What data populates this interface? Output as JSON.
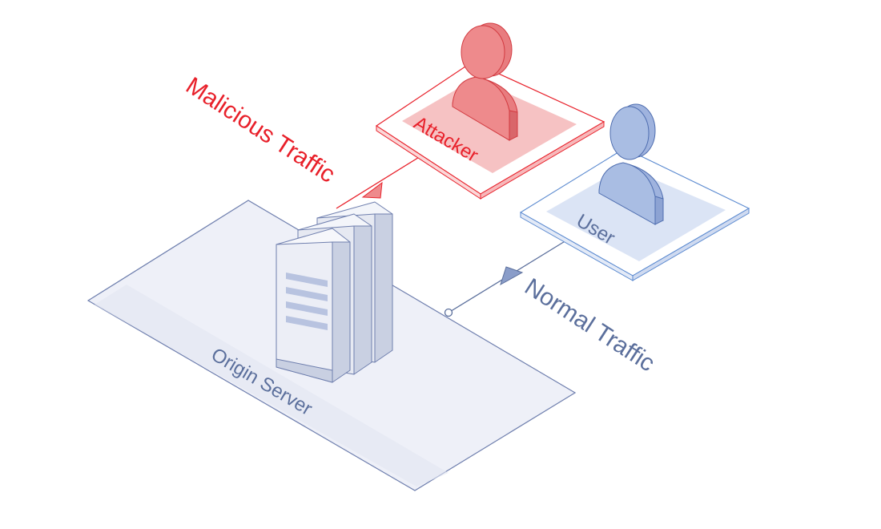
{
  "labels": {
    "malicious_traffic": "Malicious Traffic",
    "attacker": "Attacker",
    "user": "User",
    "normal_traffic": "Normal Traffic",
    "origin_server": "Origin Server"
  },
  "colors": {
    "attack_red": "#e8202a",
    "attacker_fill": "#ee8a8c",
    "user_blue": "#5b6f9c",
    "user_fill": "#a9bde3",
    "platform_fill": "#eef0f8",
    "server_fill": "#e6e9f2"
  },
  "icons": {
    "attacker": "person-icon",
    "user": "person-icon",
    "server": "server-rack-icon"
  }
}
